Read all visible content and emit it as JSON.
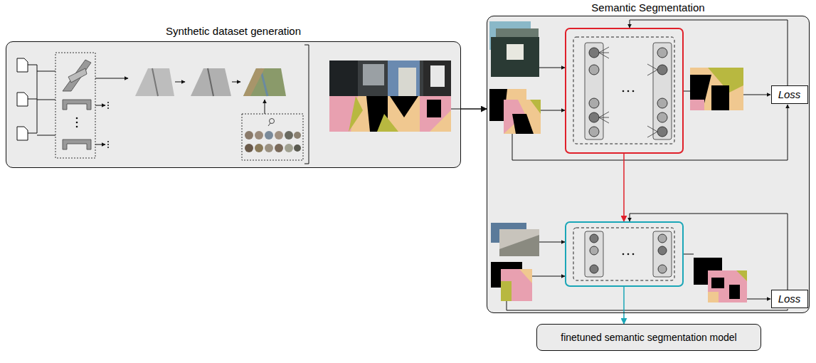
{
  "diagram": {
    "nodes": [
      {
        "text": [
          "Synthetic dataset generation"
        ]
      },
      {
        "text": [
          "Semantic Segmentation"
        ]
      },
      {
        "text": [
          "Loss"
        ],
        "in": 1
      },
      {
        "text": [
          "Loss"
        ],
        "in": 1
      },
      {
        "text": [
          "finetuned semantic segmentation model"
        ]
      }
    ],
    "edges": [
      {
        "from": 0,
        "to": 1,
        "arrow": "to"
      },
      {
        "from": 1,
        "to": 4,
        "arrow": "to"
      }
    ]
  }
}
